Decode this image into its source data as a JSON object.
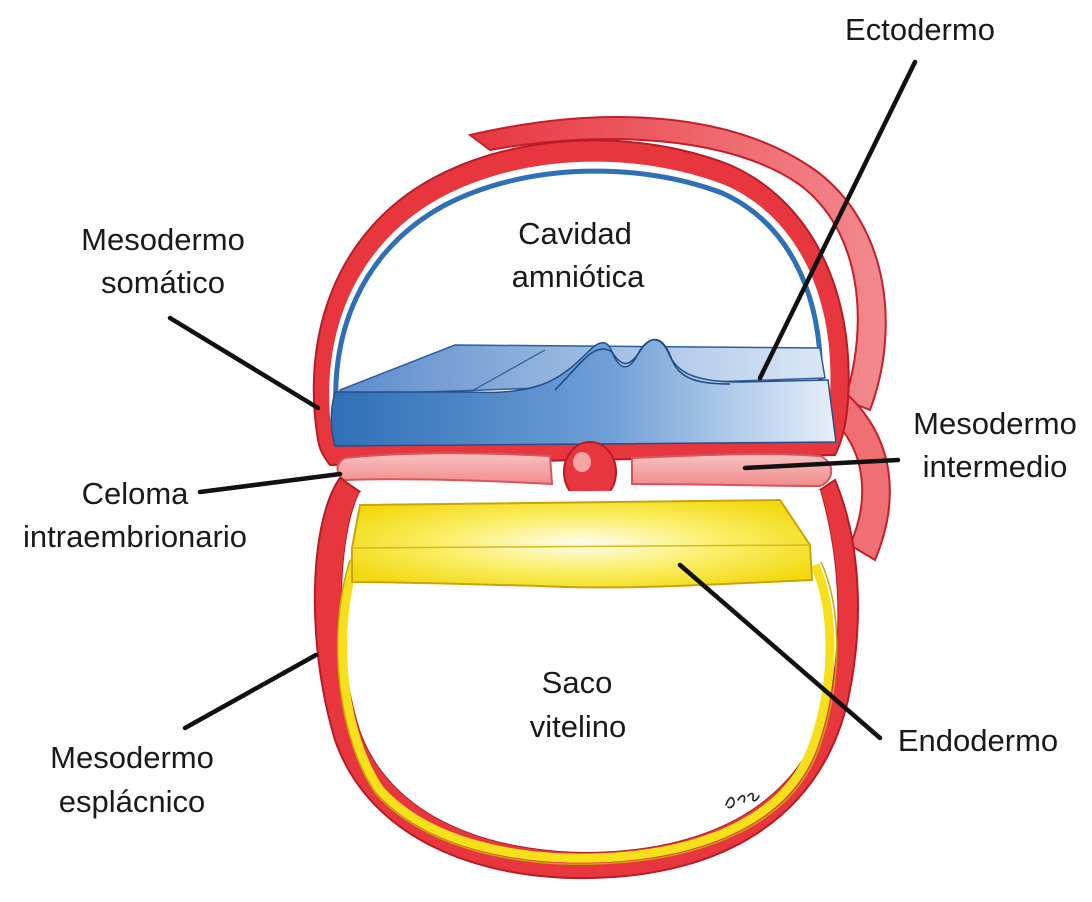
{
  "labels": {
    "ectodermo": "Ectodermo",
    "cavidad_line1": "Cavidad",
    "cavidad_line2": "amniótica",
    "meso_somatico_line1": "Mesodermo",
    "meso_somatico_line2": "somático",
    "meso_intermedio_line1": "Mesodermo",
    "meso_intermedio_line2": "intermedio",
    "celoma_line1": "Celoma",
    "celoma_line2": "intraembrionario",
    "saco_line1": "Saco",
    "saco_line2": "vitelino",
    "endodermo": "Endodermo",
    "meso_esplacnico_line1": "Mesodermo",
    "meso_esplacnico_line2": "esplácnico"
  },
  "colors": {
    "mesoderm_red": "#e8363f",
    "mesoderm_pink": "#f7a5a5",
    "ectoderm_blue": "#3f7fc4",
    "endoderm_yellow": "#f5e01a"
  }
}
